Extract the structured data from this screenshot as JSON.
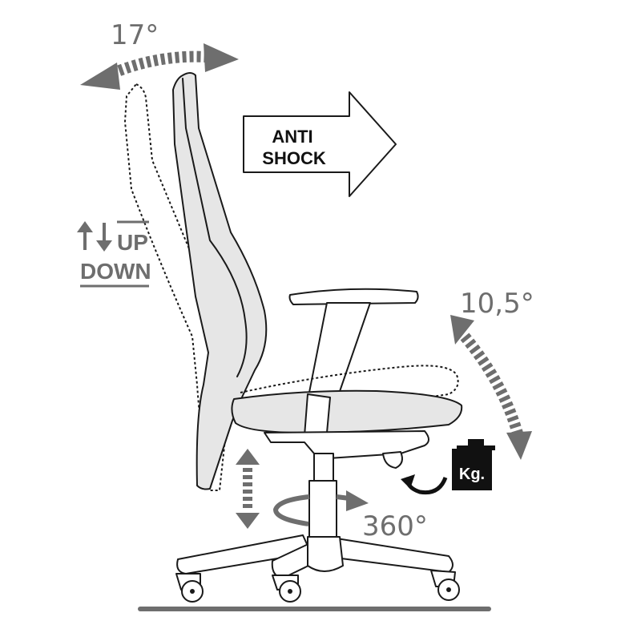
{
  "labels": {
    "backrest_tilt": "17°",
    "anti_shock_line1": "ANTI",
    "anti_shock_line2": "SHOCK",
    "up": "UP",
    "down": "DOWN",
    "seat_tilt": "10,5°",
    "weight": "Kg.",
    "swivel": "360°"
  },
  "colors": {
    "arrow_gray": "#6e6e6e",
    "outline": "#1a1a1a",
    "chair_fill": "#e6e6e6",
    "weight_block": "#111111"
  },
  "icons": [
    "curved-double-arrow-icon",
    "outline-arrow-icon",
    "vertical-double-arrow-icon",
    "rotation-arrow-icon",
    "weight-icon"
  ]
}
